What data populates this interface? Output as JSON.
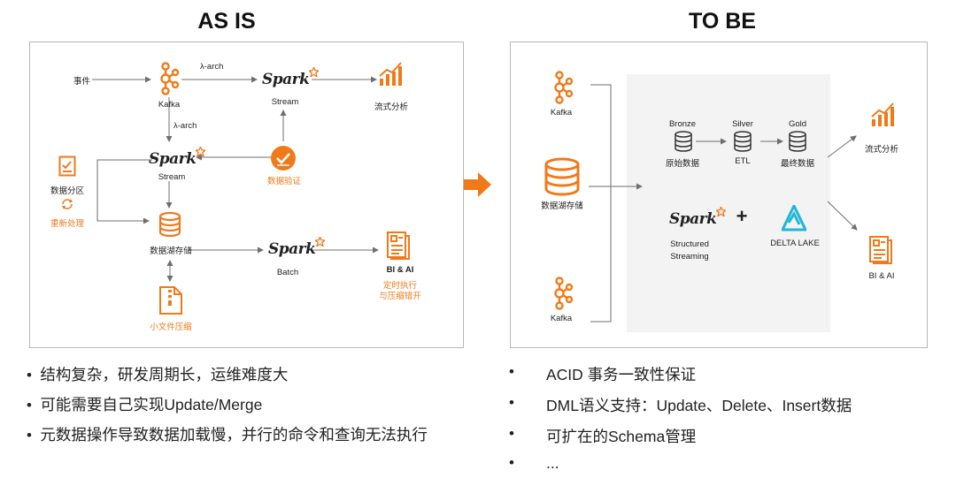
{
  "left": {
    "title": "AS IS",
    "labels": {
      "event": "事件",
      "lambda1": "λ-arch",
      "lambda2": "λ-arch",
      "kafka": "Kafka",
      "stream_top": "Stream",
      "flow_analysis": "流式分析",
      "stream_mid": "Stream",
      "data_validate": "数据验证",
      "data_partition": "数据分区",
      "reprocess": "重新处理",
      "lake_storage": "数据湖存储",
      "batch": "Batch",
      "bi_ai": "BI & AI",
      "schedule1": "定时执行",
      "schedule2": "与压缩错开",
      "small_file": "小文件压缩"
    },
    "bullets": [
      "结构复杂，研发周期长，运维难度大",
      "可能需要自己实现Update/Merge",
      "元数据操作导致数据加载慢，并行的命令和查询无法执行"
    ]
  },
  "right": {
    "title": "TO BE",
    "labels": {
      "kafka_top": "Kafka",
      "lake_storage": "数据湖存储",
      "kafka_bottom": "Kafka",
      "bronze": "Bronze",
      "silver": "Silver",
      "gold": "Gold",
      "raw_data": "原始数据",
      "etl": "ETL",
      "final_data": "最终数据",
      "structured1": "Structured",
      "structured2": "Streaming",
      "plus": "+",
      "delta_lake": "DELTA LAKE",
      "flow_analysis": "流式分析",
      "bi_ai": "BI & AI"
    },
    "bullets": [
      "ACID 事务一致性保证",
      "DML语义支持：Update、Delete、Insert数据",
      "可扩在的Schema管理",
      "..."
    ]
  },
  "spark_text": "Spark",
  "colors": {
    "orange": "#f07a1a",
    "arrow": "#f07a1a",
    "line": "#6f6f6f",
    "delta": "#1fb6d8"
  }
}
